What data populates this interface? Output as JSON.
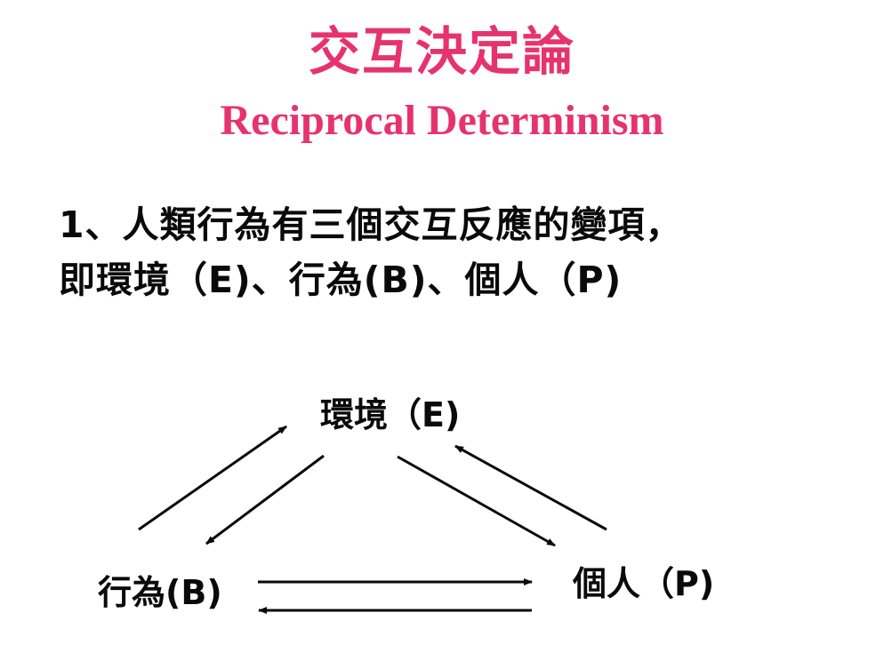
{
  "title": {
    "zh": "交互決定論",
    "en": "Reciprocal Determinism"
  },
  "point": {
    "line1": "1、人類行為有三個交互反應的變項，",
    "line2": "即環境（E)、行為(B)、個人（P)"
  },
  "diagram": {
    "environment": "環境（E)",
    "behavior": "行為(B)",
    "person": "個人（P)"
  },
  "colors": {
    "title": "#e6336e",
    "text": "#0a0a0a"
  }
}
